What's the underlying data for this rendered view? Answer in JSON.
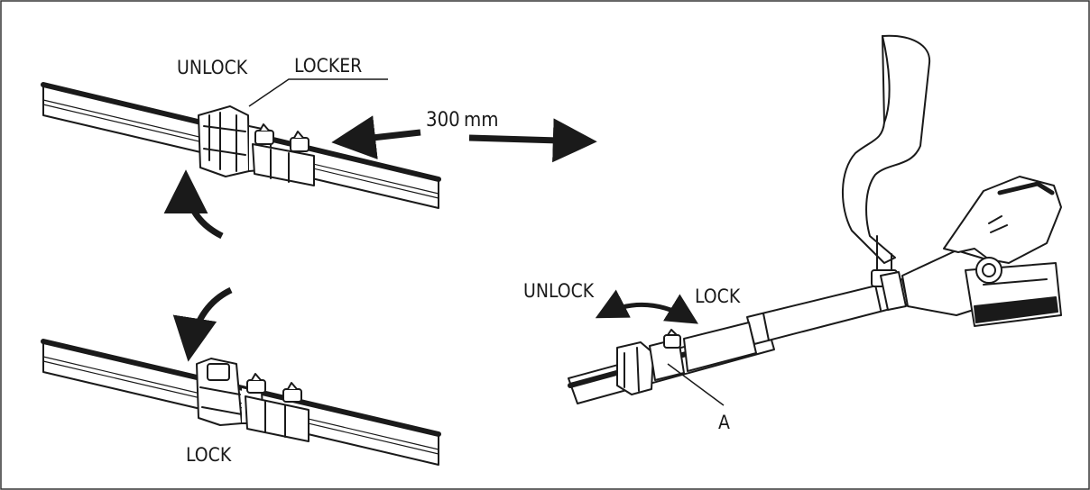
{
  "labels": {
    "top_unlock": "UNLOCK",
    "locker": "LOCKER",
    "distance_value": "300",
    "distance_unit": "mm",
    "bottom_lock": "LOCK",
    "right_unlock": "UNLOCK",
    "right_lock": "LOCK",
    "part_a": "A"
  },
  "colors": {
    "line": "#1a1a1a",
    "background": "#ffffff"
  }
}
